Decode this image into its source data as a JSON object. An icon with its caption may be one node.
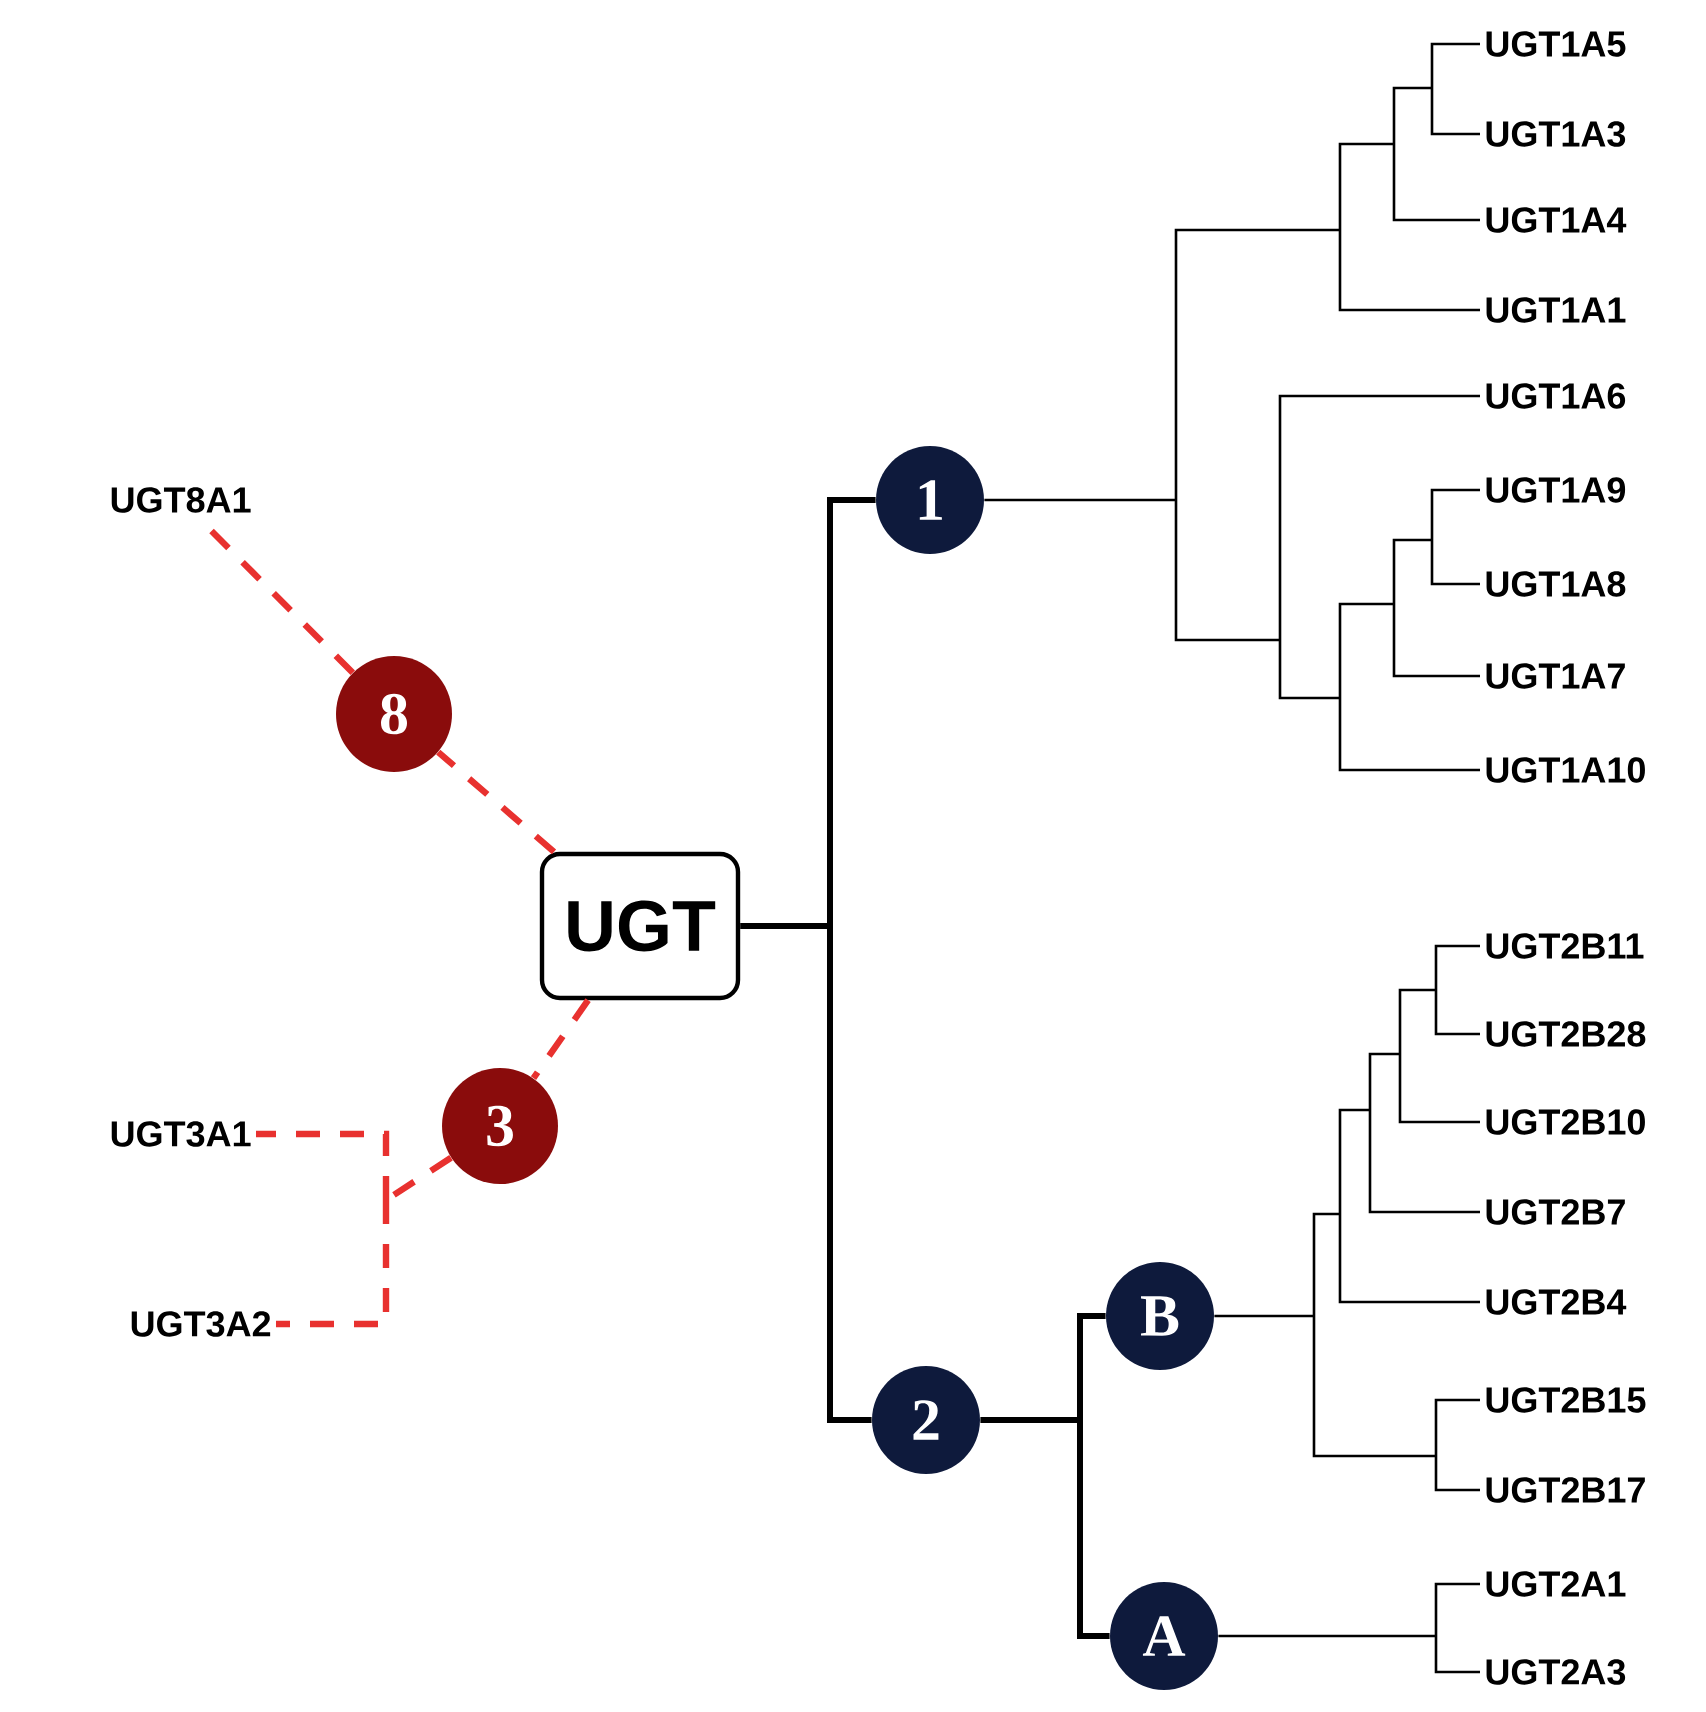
{
  "diagram": {
    "nodes": [
      {
        "text": [
          "UGT8A1"
        ]
      },
      {
        "text": [
          "8"
        ]
      },
      {
        "text": [
          "UGT"
        ]
      },
      {
        "text": [
          "3"
        ]
      },
      {
        "text": [
          "UGT3A1"
        ]
      },
      {
        "text": [
          "UGT3A2"
        ]
      },
      {
        "text": [
          "1"
        ]
      },
      {
        "text": [
          "2"
        ]
      },
      {
        "text": [
          "B"
        ]
      },
      {
        "text": [
          "A"
        ]
      },
      {
        "text": [
          "UGT1A5"
        ]
      },
      {
        "text": [
          "UGT1A3"
        ]
      },
      {
        "text": [
          "UGT1A4"
        ]
      },
      {
        "text": [
          "UGT1A1"
        ]
      },
      {
        "text": [
          "UGT1A6"
        ]
      },
      {
        "text": [
          "UGT1A9"
        ]
      },
      {
        "text": [
          "UGT1A8"
        ]
      },
      {
        "text": [
          "UGT1A7"
        ]
      },
      {
        "text": [
          "UGT1A10"
        ]
      },
      {
        "text": [
          "UGT2B11"
        ]
      },
      {
        "text": [
          "UGT2B28"
        ]
      },
      {
        "text": [
          "UGT2B10"
        ]
      },
      {
        "text": [
          "UGT2B7"
        ]
      },
      {
        "text": [
          "UGT2B4"
        ]
      },
      {
        "text": [
          "UGT2B15"
        ]
      },
      {
        "text": [
          "UGT2B17"
        ]
      },
      {
        "text": [
          "UGT2A1"
        ]
      },
      {
        "text": [
          "UGT2A3"
        ]
      }
    ],
    "edges": [
      {
        "from": 2,
        "to": 1,
        "arrow": "none",
        "style": "dashed",
        "color": "#e8312f"
      },
      {
        "from": 1,
        "to": 0,
        "arrow": "none",
        "style": "dashed",
        "color": "#e8312f"
      },
      {
        "from": 2,
        "to": 3,
        "arrow": "none",
        "style": "dashed",
        "color": "#e8312f"
      },
      {
        "from": 3,
        "to": 4,
        "arrow": "none",
        "style": "dashed",
        "color": "#e8312f"
      },
      {
        "from": 3,
        "to": 5,
        "arrow": "none",
        "style": "dashed",
        "color": "#e8312f"
      },
      {
        "from": 2,
        "to": 6,
        "arrow": "none",
        "style": "thick"
      },
      {
        "from": 2,
        "to": 7,
        "arrow": "none",
        "style": "thick"
      },
      {
        "from": 7,
        "to": 8,
        "arrow": "none",
        "style": "thick"
      },
      {
        "from": 7,
        "to": 9,
        "arrow": "none",
        "style": "thick"
      },
      {
        "from": 6,
        "to": 10,
        "arrow": "none"
      },
      {
        "from": 6,
        "to": 11,
        "arrow": "none"
      },
      {
        "from": 6,
        "to": 12,
        "arrow": "none"
      },
      {
        "from": 6,
        "to": 13,
        "arrow": "none"
      },
      {
        "from": 6,
        "to": 14,
        "arrow": "none"
      },
      {
        "from": 6,
        "to": 15,
        "arrow": "none"
      },
      {
        "from": 6,
        "to": 16,
        "arrow": "none"
      },
      {
        "from": 6,
        "to": 17,
        "arrow": "none"
      },
      {
        "from": 6,
        "to": 18,
        "arrow": "none"
      },
      {
        "from": 8,
        "to": 19,
        "arrow": "none"
      },
      {
        "from": 8,
        "to": 20,
        "arrow": "none"
      },
      {
        "from": 8,
        "to": 21,
        "arrow": "none"
      },
      {
        "from": 8,
        "to": 22,
        "arrow": "none"
      },
      {
        "from": 8,
        "to": 23,
        "arrow": "none"
      },
      {
        "from": 8,
        "to": 24,
        "arrow": "none"
      },
      {
        "from": 8,
        "to": 25,
        "arrow": "none"
      },
      {
        "from": 9,
        "to": 26,
        "arrow": "none"
      },
      {
        "from": 9,
        "to": 27,
        "arrow": "none"
      }
    ]
  }
}
